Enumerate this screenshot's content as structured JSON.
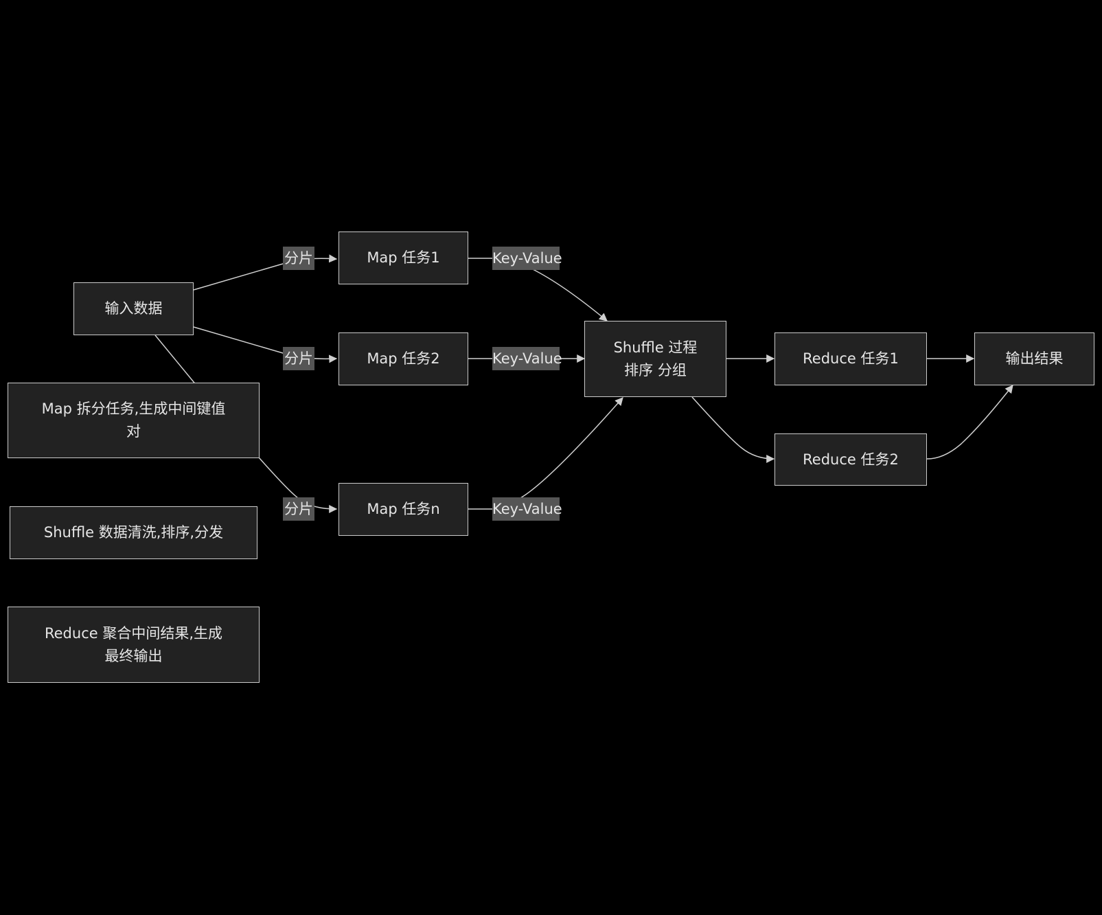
{
  "colors": {
    "background": "#000000",
    "node_fill": "#222222",
    "node_border": "#cccccc",
    "edge": "#cfcfcf",
    "label_fill": "#555555",
    "text": "#e6e6e6"
  },
  "nodes": {
    "input": "输入数据",
    "map1": "Map 任务1",
    "map2": "Map 任务2",
    "mapn": "Map 任务n",
    "shuffle": "Shuffle 过程\n排序 分组",
    "reduce1": "Reduce 任务1",
    "reduce2": "Reduce 任务2",
    "output": "输出结果",
    "note_map": "Map 拆分任务,生成中间键值\n对",
    "note_shuffle": "Shuffle 数据清洗,排序,分发",
    "note_reduce": "Reduce 聚合中间结果,生成\n最终输出"
  },
  "edge_labels": {
    "split1": "分片",
    "split2": "分片",
    "splitn": "分片",
    "kv1": "Key-Value",
    "kv2": "Key-Value",
    "kvn": "Key-Value"
  }
}
